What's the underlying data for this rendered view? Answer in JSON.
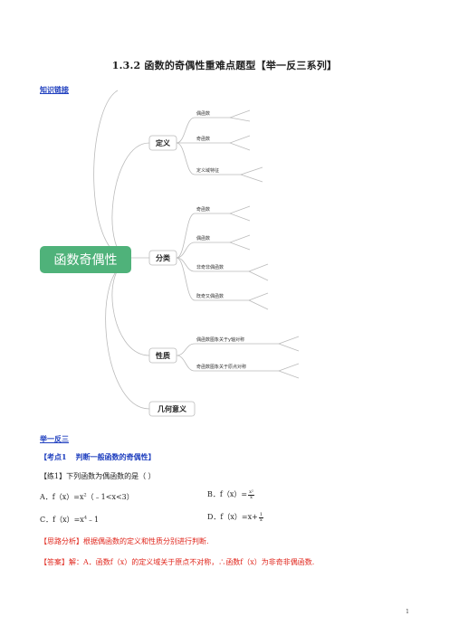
{
  "doc": {
    "title": "1.3.2  函数的奇偶性重难点题型【举一反三系列】",
    "section_link": "知识链接",
    "page_number": "1"
  },
  "mindmap": {
    "root": "函数奇偶性",
    "root_color": "#4fb27a",
    "line_color": "#bbbbbb",
    "branches": [
      {
        "label": "定义",
        "leaves": [
          "偶函数",
          "奇函数",
          "定义域特征"
        ]
      },
      {
        "label": "分类",
        "leaves": [
          "奇函数",
          "偶函数",
          "非奇非偶函数",
          "既奇又偶函数"
        ]
      },
      {
        "label": "性质",
        "leaves": [
          "偶函数图象关于y轴对称",
          "奇函数图象关于原点对称"
        ]
      },
      {
        "label": "几何意义",
        "leaves": []
      }
    ]
  },
  "examples": {
    "section": "举一反三",
    "kaodian_label": "【考点1",
    "kaodian_title": "判断一般函数的奇偶性】",
    "exercise": "【练1】下列函数为偶函数的是（        ）",
    "options": {
      "a_prefix": "A．f（x）=x",
      "a_exp": "2",
      "a_suffix": "（﹣1<x<3）",
      "b_prefix": "B．f（x）=",
      "b_num": "x²",
      "b_den": "x",
      "c_prefix": "C．f（x）=x",
      "c_exp": "4",
      "c_suffix": "﹣1",
      "d_prefix": "D．f（x）=x+",
      "d_num": "1",
      "d_den": "x"
    },
    "analysis": "【思路分析】根据偶函数的定义和性质分别进行判断.",
    "answer": "【答案】解：A．函数f（x）的定义域关于原点不对称，∴函数f（x）为非奇非偶函数."
  }
}
